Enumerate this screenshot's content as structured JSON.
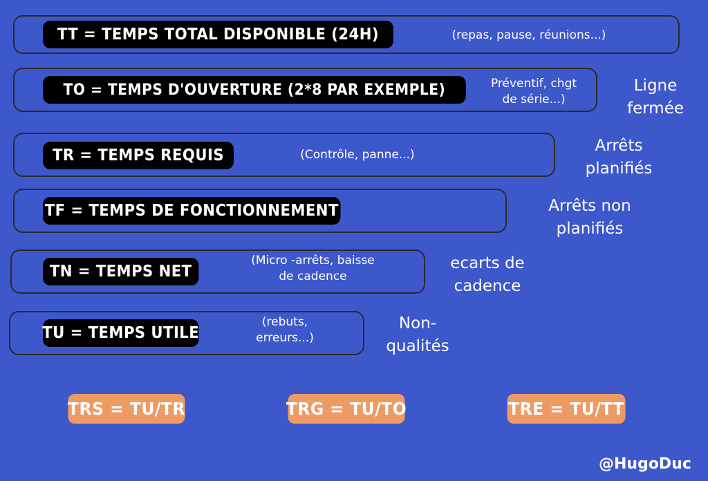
{
  "background_color": "#3d58cb",
  "accent_color": "#ee9a64",
  "pill_color": "#000000",
  "outline_color": "#2b2b2b",
  "text_color": "#ffffff",
  "rows": [
    {
      "code": "TT",
      "label": "TT = TEMPS TOTAL DISPONIBLE (24H)",
      "note": "(repas, pause, réunions...)",
      "loss": ""
    },
    {
      "code": "TO",
      "label": "TO = TEMPS D'OUVERTURE (2*8 PAR EXEMPLE)",
      "note": "Préventif, chgt\nde série...)",
      "loss": "Ligne\nfermée"
    },
    {
      "code": "TR",
      "label": "TR = TEMPS REQUIS",
      "note": "(Contrôle, panne...)",
      "loss": "Arrêts\nplanifiés"
    },
    {
      "code": "TF",
      "label": "TF = TEMPS DE FONCTIONNEMENT",
      "note": "",
      "loss": "Arrêts non\nplanifiés"
    },
    {
      "code": "TN",
      "label": "TN = TEMPS NET",
      "note": "(Micro -arrêts, baisse\nde cadence",
      "loss": "ecarts de\ncadence"
    },
    {
      "code": "TU",
      "label": "TU = TEMPS UTILE",
      "note": "(rebuts,\nerreurs...)",
      "loss": "Non-\nqualités"
    }
  ],
  "kpis": [
    {
      "label": "TRS = TU/TR"
    },
    {
      "label": "TRG = TU/TO"
    },
    {
      "label": "TRE = TU/TT"
    }
  ],
  "watermark": "@HugoDuc"
}
